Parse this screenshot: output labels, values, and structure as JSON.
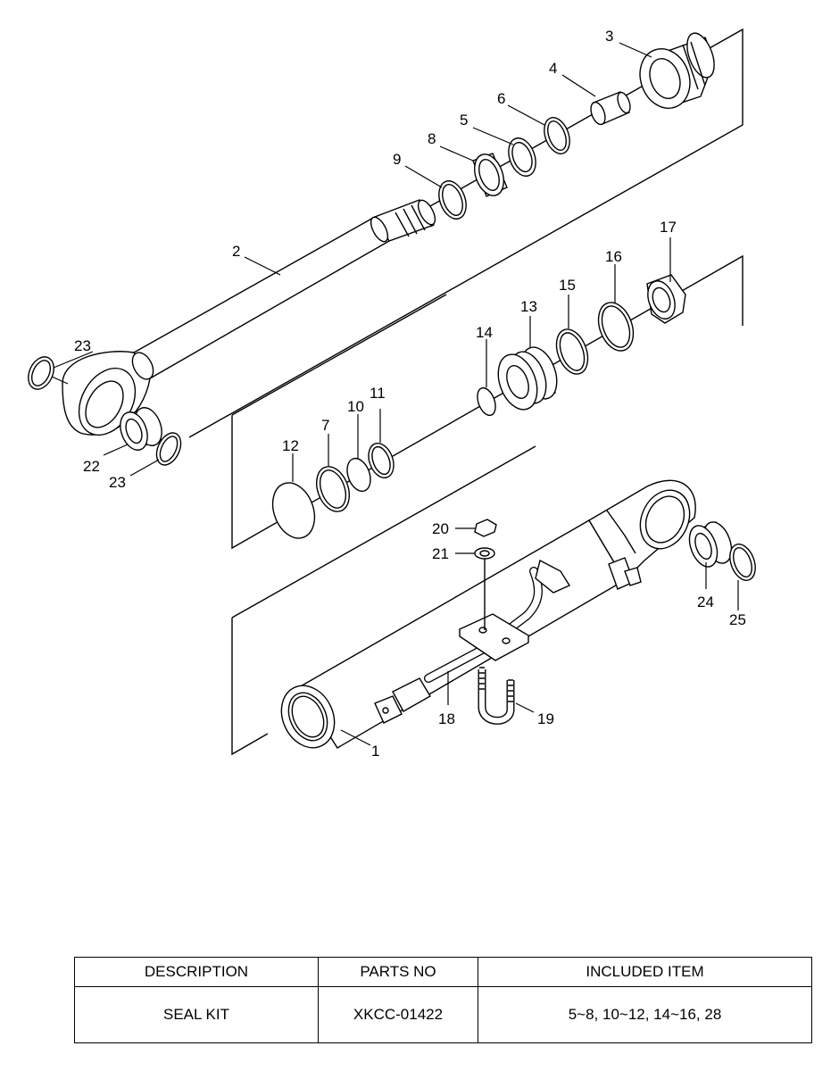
{
  "callouts": {
    "c1": "1",
    "c2": "2",
    "c3": "3",
    "c4": "4",
    "c5": "5",
    "c6": "6",
    "c7": "7",
    "c8": "8",
    "c9": "9",
    "c10": "10",
    "c11": "11",
    "c12": "12",
    "c13": "13",
    "c14": "14",
    "c15": "15",
    "c16": "16",
    "c17": "17",
    "c18": "18",
    "c19": "19",
    "c20": "20",
    "c21": "21",
    "c22": "22",
    "c23a": "23",
    "c23b": "23",
    "c24": "24",
    "c25": "25"
  },
  "table": {
    "headers": {
      "description": "DESCRIPTION",
      "parts_no": "PARTS NO",
      "included_item": "INCLUDED ITEM"
    },
    "row": {
      "description": "SEAL KIT",
      "parts_no": "XKCC-01422",
      "included_item": "5~8, 10~12, 14~16, 28"
    }
  }
}
